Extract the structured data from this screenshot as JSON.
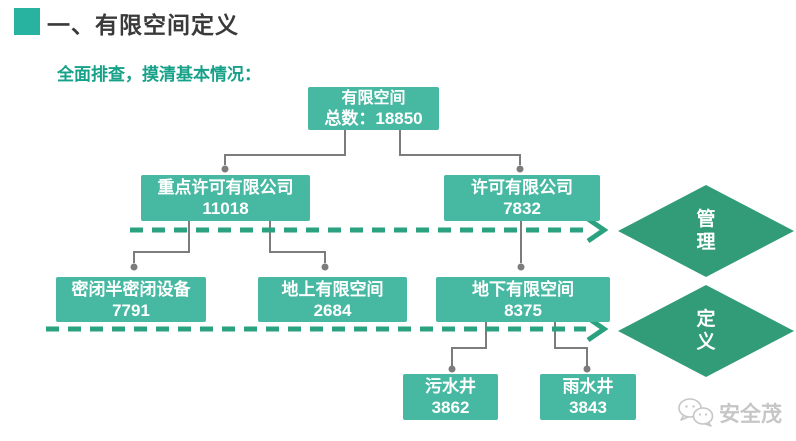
{
  "header": {
    "title": "一、有限空间定义",
    "subtitle": "全面排查，摸清基本情况："
  },
  "diagram": {
    "root": {
      "label": "有限空间",
      "value": "总数：18850"
    },
    "l2_left": {
      "label": "重点许可有限公司",
      "value": "11018"
    },
    "l2_right": {
      "label": "许可有限公司",
      "value": "7832"
    },
    "l3_a": {
      "label": "密闭半密闭设备",
      "value": "7791"
    },
    "l3_b": {
      "label": "地上有限空间",
      "value": "2684"
    },
    "l3_c": {
      "label": "地下有限空间",
      "value": "8375"
    },
    "l4_a": {
      "label": "污水井",
      "value": "3862"
    },
    "l4_b": {
      "label": "雨水井",
      "value": "3843"
    }
  },
  "diamonds": {
    "management": "管理",
    "definition": "定义"
  },
  "watermark": {
    "text": "安全茂"
  },
  "colors": {
    "box_green": "#47b8a1",
    "diamond_green": "#319c77",
    "dash_green": "#2aa17f",
    "title_square": "#27b3a0",
    "subtitle_green": "#16a189",
    "connector_gray": "#7c7c7c",
    "watermark_gray": "#c6c6c6"
  }
}
